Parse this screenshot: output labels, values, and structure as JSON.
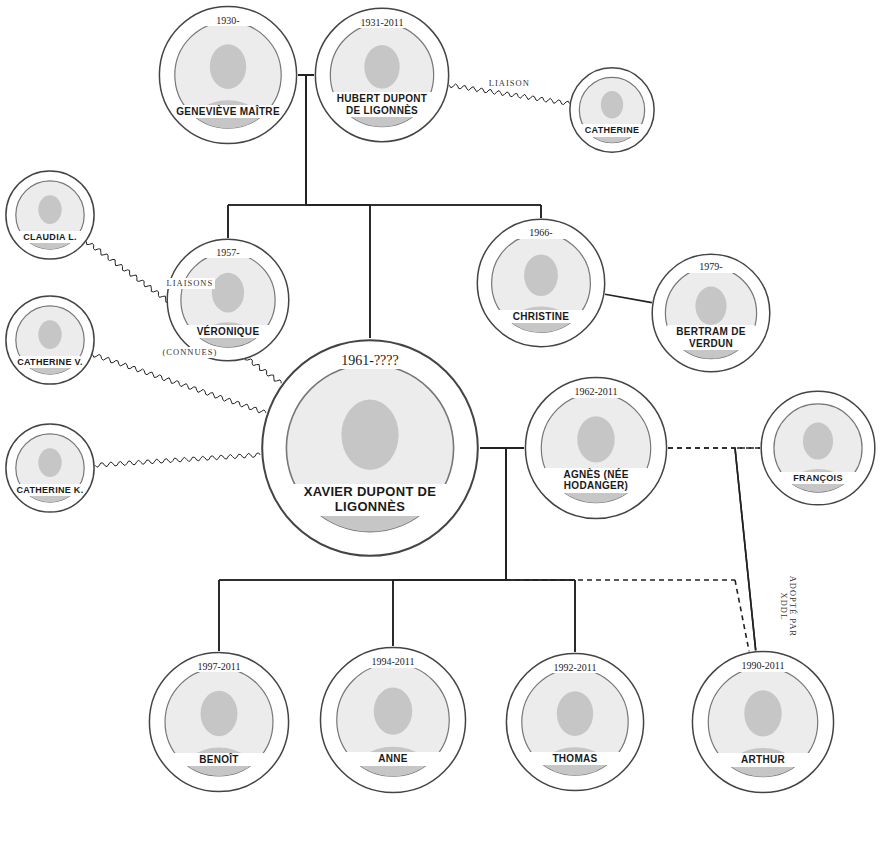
{
  "diagram": {
    "nodes": [
      {
        "text": [
          "1930-",
          "GENEVIÈVE MAÎTRE"
        ]
      },
      {
        "text": [
          "1931-2011",
          "HUBERT DUPONT DE LIGONNÈS"
        ]
      },
      {
        "text": [
          "CATHERINE"
        ]
      },
      {
        "text": [
          "1957-",
          "VÉRONIQUE"
        ]
      },
      {
        "text": [
          "1966-",
          "CHRISTINE"
        ]
      },
      {
        "text": [
          "1979-",
          "BERTRAM DE VERDUN"
        ]
      },
      {
        "text": [
          "CLAUDIA L."
        ]
      },
      {
        "text": [
          "1961-????",
          "XAVIER DUPONT DE LIGONNÈS"
        ]
      },
      {
        "text": [
          "1962-2011",
          "AGNÈS (NÉE HODANGER)"
        ]
      },
      {
        "text": [
          "FRANÇOIS"
        ]
      },
      {
        "text": [
          "CATHERINE V."
        ]
      },
      {
        "text": [
          "CATHERINE K."
        ]
      },
      {
        "text": [
          "1997-2011",
          "BENOÎT"
        ]
      },
      {
        "text": [
          "1994-2011",
          "ANNE"
        ]
      },
      {
        "text": [
          "1992-2011",
          "THOMAS"
        ]
      },
      {
        "text": [
          "1990-2011",
          "ARTHUR"
        ]
      }
    ],
    "edges": [
      {
        "from": 0,
        "to": 1,
        "arrow": "none"
      },
      {
        "from": 1,
        "to": 2,
        "label": "LIAISON",
        "arrow": "none"
      },
      {
        "from": 0,
        "to": 3,
        "arrow": "none"
      },
      {
        "from": 1,
        "to": 3,
        "arrow": "none"
      },
      {
        "from": 0,
        "to": 7,
        "arrow": "none"
      },
      {
        "from": 1,
        "to": 7,
        "arrow": "none"
      },
      {
        "from": 0,
        "to": 4,
        "arrow": "none"
      },
      {
        "from": 1,
        "to": 4,
        "arrow": "none"
      },
      {
        "from": 4,
        "to": 5,
        "arrow": "none"
      },
      {
        "from": 6,
        "to": 7,
        "arrow": "none"
      },
      {
        "from": 10,
        "to": 7,
        "arrow": "none"
      },
      {
        "from": 11,
        "to": 7,
        "arrow": "none"
      },
      {
        "from": 7,
        "to": 8,
        "arrow": "none"
      },
      {
        "from": 8,
        "to": 9,
        "arrow": "none"
      },
      {
        "from": 7,
        "to": 12,
        "arrow": "none"
      },
      {
        "from": 8,
        "to": 12,
        "arrow": "none"
      },
      {
        "from": 7,
        "to": 13,
        "arrow": "none"
      },
      {
        "from": 8,
        "to": 13,
        "arrow": "none"
      },
      {
        "from": 7,
        "to": 14,
        "arrow": "none"
      },
      {
        "from": 8,
        "to": 14,
        "arrow": "none"
      },
      {
        "from": 7,
        "to": 15,
        "arrow": "none"
      },
      {
        "from": 8,
        "to": 15,
        "arrow": "none"
      },
      {
        "from": 9,
        "to": 15,
        "arrow": "none"
      }
    ],
    "labels": [
      "LIAISONS",
      "(CONNUES)",
      "ADOPTÉ PAR XDDL"
    ]
  }
}
